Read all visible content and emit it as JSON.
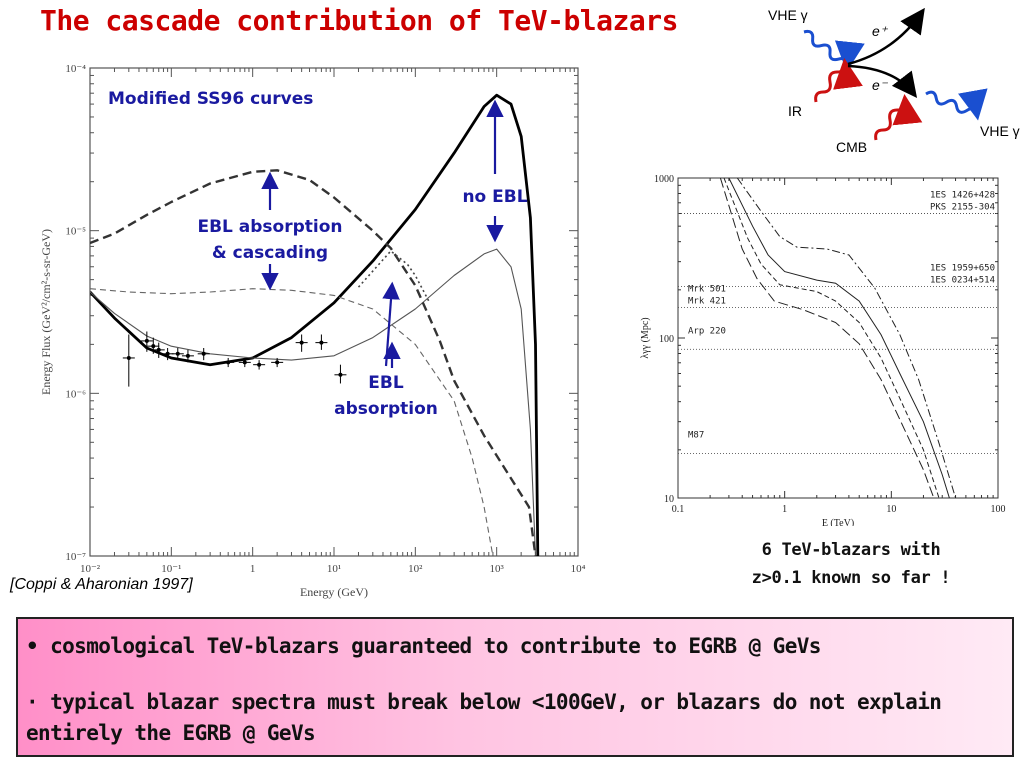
{
  "slide": {
    "title": "The cascade contribution of TeV-blazars",
    "citation": "[Coppi & Aharonian 1997]",
    "bullets": [
      "cosmological TeV-blazars guaranteed to contribute to EGRB @ GeVs",
      "typical blazar spectra must break below <100GeV, or blazars do not explain entirely the EGRB @ GeVs"
    ],
    "bullet_markers": [
      "•",
      "·"
    ],
    "note": [
      "6 TeV-blazars with",
      "z>0.1 known so far !"
    ]
  },
  "colors": {
    "title": "#cc0000",
    "annotation": "#1a1aa0",
    "box_left": "#ff8fc8",
    "box_right": "#ffeaf5",
    "wave_red": "#cc1111",
    "wave_blue": "#1a4fd0"
  },
  "diagram": {
    "labels": {
      "vhe_in": "VHE γ",
      "e_plus": "e⁺",
      "e_minus": "e⁻",
      "ir": "IR",
      "cmb": "CMB",
      "vhe_out": "VHE γ"
    }
  },
  "chart_data": [
    {
      "type": "line",
      "title": "",
      "xlabel": "Energy (GeV)",
      "ylabel": "Energy Flux (GeV²/cm²-s-sr-GeV)",
      "xscale": "log",
      "yscale": "log",
      "xlim": [
        0.01,
        10000
      ],
      "ylim": [
        1e-07,
        0.0001
      ],
      "x_ticks": [
        "10⁻²",
        "10⁻¹",
        "1",
        "10¹",
        "10²",
        "10³",
        "10⁴"
      ],
      "y_ticks": [
        "10⁻⁷",
        "10⁻⁶",
        "10⁻⁵",
        "10⁻⁴"
      ],
      "annotations": {
        "modified": "Modified SS96 curves",
        "no_ebl": "no EBL",
        "ebl_cascade": [
          "EBL absorption",
          "& cascading"
        ],
        "ebl_abs": [
          "EBL",
          "absorption"
        ]
      },
      "series": [
        {
          "style": "thick-solid",
          "points": [
            [
              0.01,
              4.2e-06
            ],
            [
              0.02,
              2.9e-06
            ],
            [
              0.05,
              1.9e-06
            ],
            [
              0.1,
              1.65e-06
            ],
            [
              0.3,
              1.5e-06
            ],
            [
              1,
              1.65e-06
            ],
            [
              3,
              2.2e-06
            ],
            [
              10,
              3.6e-06
            ],
            [
              30,
              6.5e-06
            ],
            [
              100,
              1.35e-05
            ],
            [
              300,
              3e-05
            ],
            [
              700,
              5.8e-05
            ],
            [
              1000,
              6.8e-05
            ],
            [
              1500,
              6e-05
            ],
            [
              2000,
              3.8e-05
            ],
            [
              2600,
              1.2e-05
            ],
            [
              3000,
              2e-06
            ],
            [
              3200,
              1e-07
            ]
          ]
        },
        {
          "style": "thin-solid",
          "points": [
            [
              0.01,
              4.2e-06
            ],
            [
              0.02,
              3.1e-06
            ],
            [
              0.05,
              2.25e-06
            ],
            [
              0.1,
              1.95e-06
            ],
            [
              0.3,
              1.75e-06
            ],
            [
              1,
              1.65e-06
            ],
            [
              3,
              1.6e-06
            ],
            [
              10,
              1.7e-06
            ],
            [
              30,
              2.2e-06
            ],
            [
              100,
              3.3e-06
            ],
            [
              300,
              5.3e-06
            ],
            [
              700,
              7.2e-06
            ],
            [
              1000,
              7.7e-06
            ],
            [
              1500,
              6e-06
            ],
            [
              2000,
              3.3e-06
            ],
            [
              2600,
              6e-07
            ],
            [
              3000,
              1e-07
            ]
          ]
        },
        {
          "style": "thick-dashed",
          "points": [
            [
              0.01,
              8.4e-06
            ],
            [
              0.02,
              9.6e-06
            ],
            [
              0.05,
              1.25e-05
            ],
            [
              0.1,
              1.5e-05
            ],
            [
              0.3,
              1.95e-05
            ],
            [
              1,
              2.3e-05
            ],
            [
              2,
              2.35e-05
            ],
            [
              5,
              2.05e-05
            ],
            [
              10,
              1.6e-05
            ],
            [
              30,
              1e-05
            ],
            [
              50,
              7.8e-06
            ],
            [
              100,
              4.6e-06
            ],
            [
              200,
              2.1e-06
            ],
            [
              300,
              1.2e-06
            ],
            [
              700,
              5.5e-07
            ],
            [
              1500,
              3e-07
            ],
            [
              2500,
              2e-07
            ],
            [
              3000,
              1e-07
            ]
          ]
        },
        {
          "style": "dotted",
          "points": [
            [
              20,
              4.5e-06
            ],
            [
              50,
              7.5e-06
            ],
            [
              80,
              6.2e-06
            ],
            [
              100,
              5.3e-06
            ],
            [
              150,
              3.6e-06
            ]
          ]
        },
        {
          "style": "thin-dashed",
          "points": [
            [
              0.01,
              4.4e-06
            ],
            [
              0.03,
              4.2e-06
            ],
            [
              0.1,
              4.1e-06
            ],
            [
              0.3,
              4.2e-06
            ],
            [
              1,
              4.4e-06
            ],
            [
              3,
              4.3e-06
            ],
            [
              10,
              4e-06
            ],
            [
              30,
              3.3e-06
            ],
            [
              100,
              2e-06
            ],
            [
              300,
              9e-07
            ],
            [
              500,
              4e-07
            ],
            [
              700,
              2e-07
            ],
            [
              900,
              1e-07
            ]
          ]
        }
      ],
      "data_points": [
        {
          "x": 0.03,
          "y": 1.65e-06,
          "ylo": 1.1e-06,
          "yhi": 2.3e-06
        },
        {
          "x": 0.05,
          "y": 2.1e-06,
          "ylo": 1.8e-06,
          "yhi": 2.4e-06
        },
        {
          "x": 0.06,
          "y": 1.95e-06,
          "ylo": 1.75e-06,
          "yhi": 2.2e-06
        },
        {
          "x": 0.07,
          "y": 1.85e-06,
          "ylo": 1.65e-06,
          "yhi": 2.05e-06
        },
        {
          "x": 0.09,
          "y": 1.75e-06,
          "ylo": 1.6e-06,
          "yhi": 1.9e-06
        },
        {
          "x": 0.12,
          "y": 1.75e-06,
          "ylo": 1.6e-06,
          "yhi": 1.9e-06
        },
        {
          "x": 0.16,
          "y": 1.7e-06,
          "ylo": 1.55e-06,
          "yhi": 1.85e-06
        },
        {
          "x": 0.25,
          "y": 1.75e-06,
          "ylo": 1.6e-06,
          "yhi": 1.9e-06
        },
        {
          "x": 0.5,
          "y": 1.55e-06,
          "ylo": 1.45e-06,
          "yhi": 1.65e-06
        },
        {
          "x": 0.8,
          "y": 1.55e-06,
          "ylo": 1.45e-06,
          "yhi": 1.65e-06
        },
        {
          "x": 1.2,
          "y": 1.5e-06,
          "ylo": 1.4e-06,
          "yhi": 1.6e-06
        },
        {
          "x": 2,
          "y": 1.55e-06,
          "ylo": 1.45e-06,
          "yhi": 1.65e-06
        },
        {
          "x": 4,
          "y": 2.05e-06,
          "ylo": 1.8e-06,
          "yhi": 2.3e-06
        },
        {
          "x": 7,
          "y": 2.05e-06,
          "ylo": 1.85e-06,
          "yhi": 2.3e-06
        },
        {
          "x": 12,
          "y": 1.3e-06,
          "ylo": 1.15e-06,
          "yhi": 1.5e-06
        }
      ]
    },
    {
      "type": "line",
      "title": "",
      "xlabel": "E (TeV)",
      "ylabel": "λγγ (Mpc)",
      "xscale": "log",
      "yscale": "log",
      "xlim": [
        0.1,
        100
      ],
      "ylim": [
        10,
        1000
      ],
      "x_ticks": [
        "0.1",
        "1",
        "10",
        "100"
      ],
      "y_ticks": [
        "10",
        "100",
        "1000"
      ],
      "sources": [
        {
          "name": "1ES 1426+428",
          "y": 600,
          "side": "right"
        },
        {
          "name": "PKS 2155-304",
          "y": 600,
          "side": "right"
        },
        {
          "name": "1ES 1959+650",
          "y": 210,
          "side": "right"
        },
        {
          "name": "1ES 0234+514",
          "y": 210,
          "side": "right"
        },
        {
          "name": "Mrk 501",
          "y": 155,
          "side": "left"
        },
        {
          "name": "Mrk 421",
          "y": 155,
          "side": "left"
        },
        {
          "name": "Arp 220",
          "y": 85,
          "side": "left"
        },
        {
          "name": "M87",
          "y": 19,
          "side": "left"
        }
      ],
      "series": [
        {
          "style": "solid",
          "points": [
            [
              0.3,
              1000
            ],
            [
              0.5,
              500
            ],
            [
              0.7,
              330
            ],
            [
              1,
              260
            ],
            [
              2,
              230
            ],
            [
              3,
              220
            ],
            [
              5,
              170
            ],
            [
              8,
              105
            ],
            [
              12,
              60
            ],
            [
              20,
              30
            ],
            [
              30,
              14
            ],
            [
              35,
              10
            ]
          ]
        },
        {
          "style": "dashed",
          "points": [
            [
              0.27,
              1000
            ],
            [
              0.45,
              420
            ],
            [
              0.6,
              290
            ],
            [
              0.9,
              215
            ],
            [
              2,
              195
            ],
            [
              3,
              170
            ],
            [
              5,
              125
            ],
            [
              8,
              75
            ],
            [
              12,
              42
            ],
            [
              20,
              20
            ],
            [
              28,
              10
            ]
          ]
        },
        {
          "style": "long-dash",
          "points": [
            [
              0.25,
              1000
            ],
            [
              0.4,
              360
            ],
            [
              0.55,
              235
            ],
            [
              0.8,
              170
            ],
            [
              1.5,
              150
            ],
            [
              3,
              125
            ],
            [
              5,
              92
            ],
            [
              8,
              55
            ],
            [
              12,
              31
            ],
            [
              20,
              15
            ],
            [
              25,
              10
            ]
          ]
        },
        {
          "style": "dash-dot",
          "points": [
            [
              0.36,
              1000
            ],
            [
              0.6,
              620
            ],
            [
              0.9,
              430
            ],
            [
              1.3,
              370
            ],
            [
              2.5,
              360
            ],
            [
              4,
              330
            ],
            [
              7,
              205
            ],
            [
              12,
              105
            ],
            [
              18,
              55
            ],
            [
              28,
              22
            ],
            [
              40,
              10
            ]
          ]
        }
      ]
    }
  ]
}
